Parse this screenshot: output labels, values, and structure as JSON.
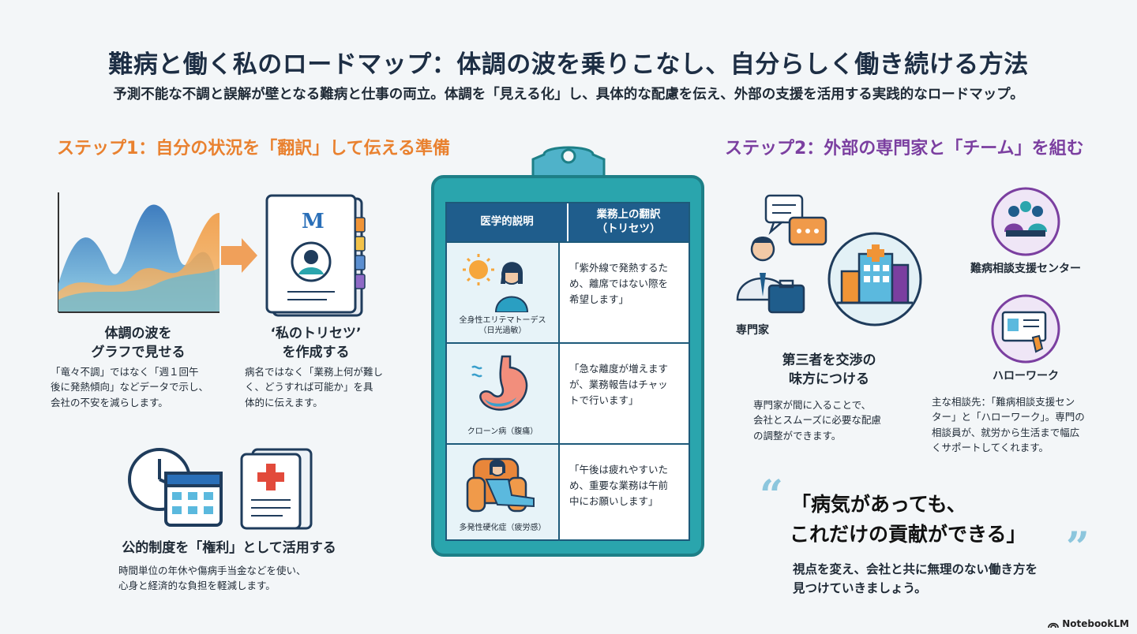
{
  "header": {
    "title": "難病と働く私のロードマップ：体調の波を乗りこなし、自分らしく働き続ける方法",
    "subtitle": "予測不能な不調と誤解が壁となる難病と仕事の両立。体調を「見える化」し、具体的な配慮を伝え、外部の支援を活用する実践的なロードマップ。"
  },
  "step1": {
    "heading": "ステップ1：自分の状況を「翻訳」して伝える準備",
    "graph": {
      "title": "体調の波を\nグラフで見せる",
      "desc": "「竜々不調」ではなく「週１回午\n後に発熱傾向」などデータで示し、\n会社の不安を減らします。"
    },
    "manual": {
      "logo_letter": "M",
      "title": "‘私のトリセツ’\nを作成する",
      "desc": "病名ではなく「業務上何が難し\nく、どうすれば可能か」を具\n体的に伝えます。"
    },
    "system": {
      "title": "公的制度を「権利」として活用する",
      "desc": "時間単位の年休や傷病手当金などを使い、\n心身と経済的な負担を軽減します。"
    }
  },
  "clipboard": {
    "headers": [
      "医学的説明",
      "業務上の翻訳\n（トリセツ）"
    ],
    "rows": [
      {
        "label": "全身性エリテマトーデス\n（日光過敏）",
        "text": "「紫外線で発熱するた\nめ、離席ではない際を\n希望します」"
      },
      {
        "label": "クローン病（腹痛）",
        "text": "「急な離度が増えます\nが、業務報告はチャッ\nトで行います」"
      },
      {
        "label": "多発性硬化症（疲労感）",
        "text": "「午後は疲れやすいた\nめ、重要な業務は午前\n中にお願いします」"
      }
    ]
  },
  "step2": {
    "heading": "ステップ2：外部の専門家と「チーム」を組む",
    "expert": {
      "label": "専門家",
      "title": "第三者を交渉の\n味方につける",
      "desc": "専門家が間に入ることで、\n会社とスムーズに必要な配慮\nの調整ができます。"
    },
    "center_label": "難病相談支援センター",
    "hellowork_label": "ハローワーク",
    "consult_desc": "主な相談先：「難病相談支援セン\nター」と「ハローワーク」。専門の\n相談員が、就労から生活まで幅広\nくサポートしてくれます。"
  },
  "quote": {
    "open_mark": "“",
    "close_mark": "”",
    "line1": "「病気があっても、",
    "line2": "これだけの貢献ができる」",
    "desc": "視点を変え、会社と共に無理のない働き方を\n見つけていきましょう。"
  },
  "brand": {
    "name": "NotebookLM"
  },
  "colors": {
    "step1": "#e9812f",
    "step2": "#7b3fa0",
    "teal": "#2aa5ad",
    "navy": "#1f5d8c",
    "quote": "#8cc6dd"
  }
}
